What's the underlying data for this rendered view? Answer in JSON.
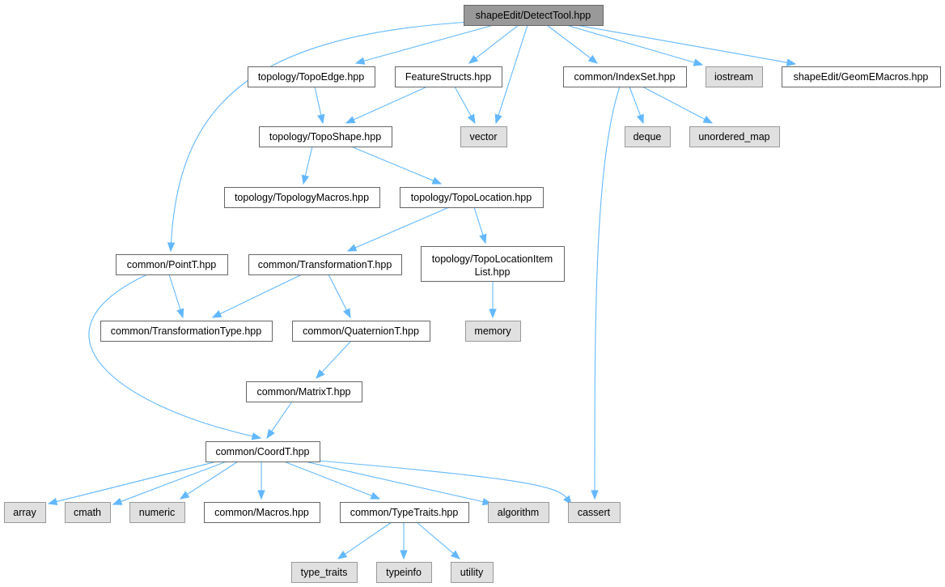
{
  "colors": {
    "edge": "#63b8ff",
    "root_fill": "#999999",
    "file_fill": "#ffffff",
    "system_fill": "#e0e0e0",
    "node_border": "#666666",
    "system_border": "#999999",
    "text": "#000000"
  },
  "nodes": [
    {
      "id": "detect_tool",
      "label": "shapeEdit/DetectTool.hpp",
      "kind": "root"
    },
    {
      "id": "topo_edge",
      "label": "topology/TopoEdge.hpp",
      "kind": "file"
    },
    {
      "id": "feature_structs",
      "label": "FeatureStructs.hpp",
      "kind": "file"
    },
    {
      "id": "index_set",
      "label": "common/IndexSet.hpp",
      "kind": "file"
    },
    {
      "id": "iostream",
      "label": "iostream",
      "kind": "system"
    },
    {
      "id": "geom_e_macros",
      "label": "shapeEdit/GeomEMacros.hpp",
      "kind": "file"
    },
    {
      "id": "topo_shape",
      "label": "topology/TopoShape.hpp",
      "kind": "file"
    },
    {
      "id": "vector",
      "label": "vector",
      "kind": "system"
    },
    {
      "id": "deque",
      "label": "deque",
      "kind": "system"
    },
    {
      "id": "unordered_map",
      "label": "unordered_map",
      "kind": "system"
    },
    {
      "id": "topology_macros",
      "label": "topology/TopologyMacros.hpp",
      "kind": "file"
    },
    {
      "id": "topo_location",
      "label": "topology/TopoLocation.hpp",
      "kind": "file"
    },
    {
      "id": "point_t",
      "label": "common/PointT.hpp",
      "kind": "file"
    },
    {
      "id": "transformation_t",
      "label": "common/TransformationT.hpp",
      "kind": "file"
    },
    {
      "id": "topo_location_item_list",
      "label": "topology/TopoLocationItem",
      "label2": "List.hpp",
      "kind": "file"
    },
    {
      "id": "transformation_type",
      "label": "common/TransformationType.hpp",
      "kind": "file"
    },
    {
      "id": "quaternion_t",
      "label": "common/QuaternionT.hpp",
      "kind": "file"
    },
    {
      "id": "memory",
      "label": "memory",
      "kind": "system"
    },
    {
      "id": "matrix_t",
      "label": "common/MatrixT.hpp",
      "kind": "file"
    },
    {
      "id": "coord_t",
      "label": "common/CoordT.hpp",
      "kind": "file"
    },
    {
      "id": "array",
      "label": "array",
      "kind": "system"
    },
    {
      "id": "cmath",
      "label": "cmath",
      "kind": "system"
    },
    {
      "id": "numeric",
      "label": "numeric",
      "kind": "system"
    },
    {
      "id": "common_macros",
      "label": "common/Macros.hpp",
      "kind": "file"
    },
    {
      "id": "type_traits_hpp",
      "label": "common/TypeTraits.hpp",
      "kind": "file"
    },
    {
      "id": "algorithm",
      "label": "algorithm",
      "kind": "system"
    },
    {
      "id": "cassert",
      "label": "cassert",
      "kind": "system"
    },
    {
      "id": "type_traits",
      "label": "type_traits",
      "kind": "system"
    },
    {
      "id": "typeinfo",
      "label": "typeinfo",
      "kind": "system"
    },
    {
      "id": "utility",
      "label": "utility",
      "kind": "system"
    }
  ],
  "edges": [
    {
      "from": "detect_tool",
      "to": "topo_edge"
    },
    {
      "from": "detect_tool",
      "to": "feature_structs"
    },
    {
      "from": "detect_tool",
      "to": "vector"
    },
    {
      "from": "detect_tool",
      "to": "index_set"
    },
    {
      "from": "detect_tool",
      "to": "iostream"
    },
    {
      "from": "detect_tool",
      "to": "geom_e_macros"
    },
    {
      "from": "detect_tool",
      "to": "point_t"
    },
    {
      "from": "topo_edge",
      "to": "topo_shape"
    },
    {
      "from": "feature_structs",
      "to": "topo_shape"
    },
    {
      "from": "feature_structs",
      "to": "vector"
    },
    {
      "from": "index_set",
      "to": "deque"
    },
    {
      "from": "index_set",
      "to": "unordered_map"
    },
    {
      "from": "index_set",
      "to": "cassert"
    },
    {
      "from": "topo_shape",
      "to": "topology_macros"
    },
    {
      "from": "topo_shape",
      "to": "topo_location"
    },
    {
      "from": "topo_location",
      "to": "transformation_t"
    },
    {
      "from": "topo_location",
      "to": "topo_location_item_list"
    },
    {
      "from": "topo_location_item_list",
      "to": "memory"
    },
    {
      "from": "point_t",
      "to": "transformation_type"
    },
    {
      "from": "point_t",
      "to": "coord_t"
    },
    {
      "from": "transformation_t",
      "to": "transformation_type"
    },
    {
      "from": "transformation_t",
      "to": "quaternion_t"
    },
    {
      "from": "quaternion_t",
      "to": "matrix_t"
    },
    {
      "from": "matrix_t",
      "to": "coord_t"
    },
    {
      "from": "coord_t",
      "to": "array"
    },
    {
      "from": "coord_t",
      "to": "cmath"
    },
    {
      "from": "coord_t",
      "to": "numeric"
    },
    {
      "from": "coord_t",
      "to": "common_macros"
    },
    {
      "from": "coord_t",
      "to": "type_traits_hpp"
    },
    {
      "from": "coord_t",
      "to": "algorithm"
    },
    {
      "from": "coord_t",
      "to": "cassert"
    },
    {
      "from": "type_traits_hpp",
      "to": "type_traits"
    },
    {
      "from": "type_traits_hpp",
      "to": "typeinfo"
    },
    {
      "from": "type_traits_hpp",
      "to": "utility"
    }
  ]
}
